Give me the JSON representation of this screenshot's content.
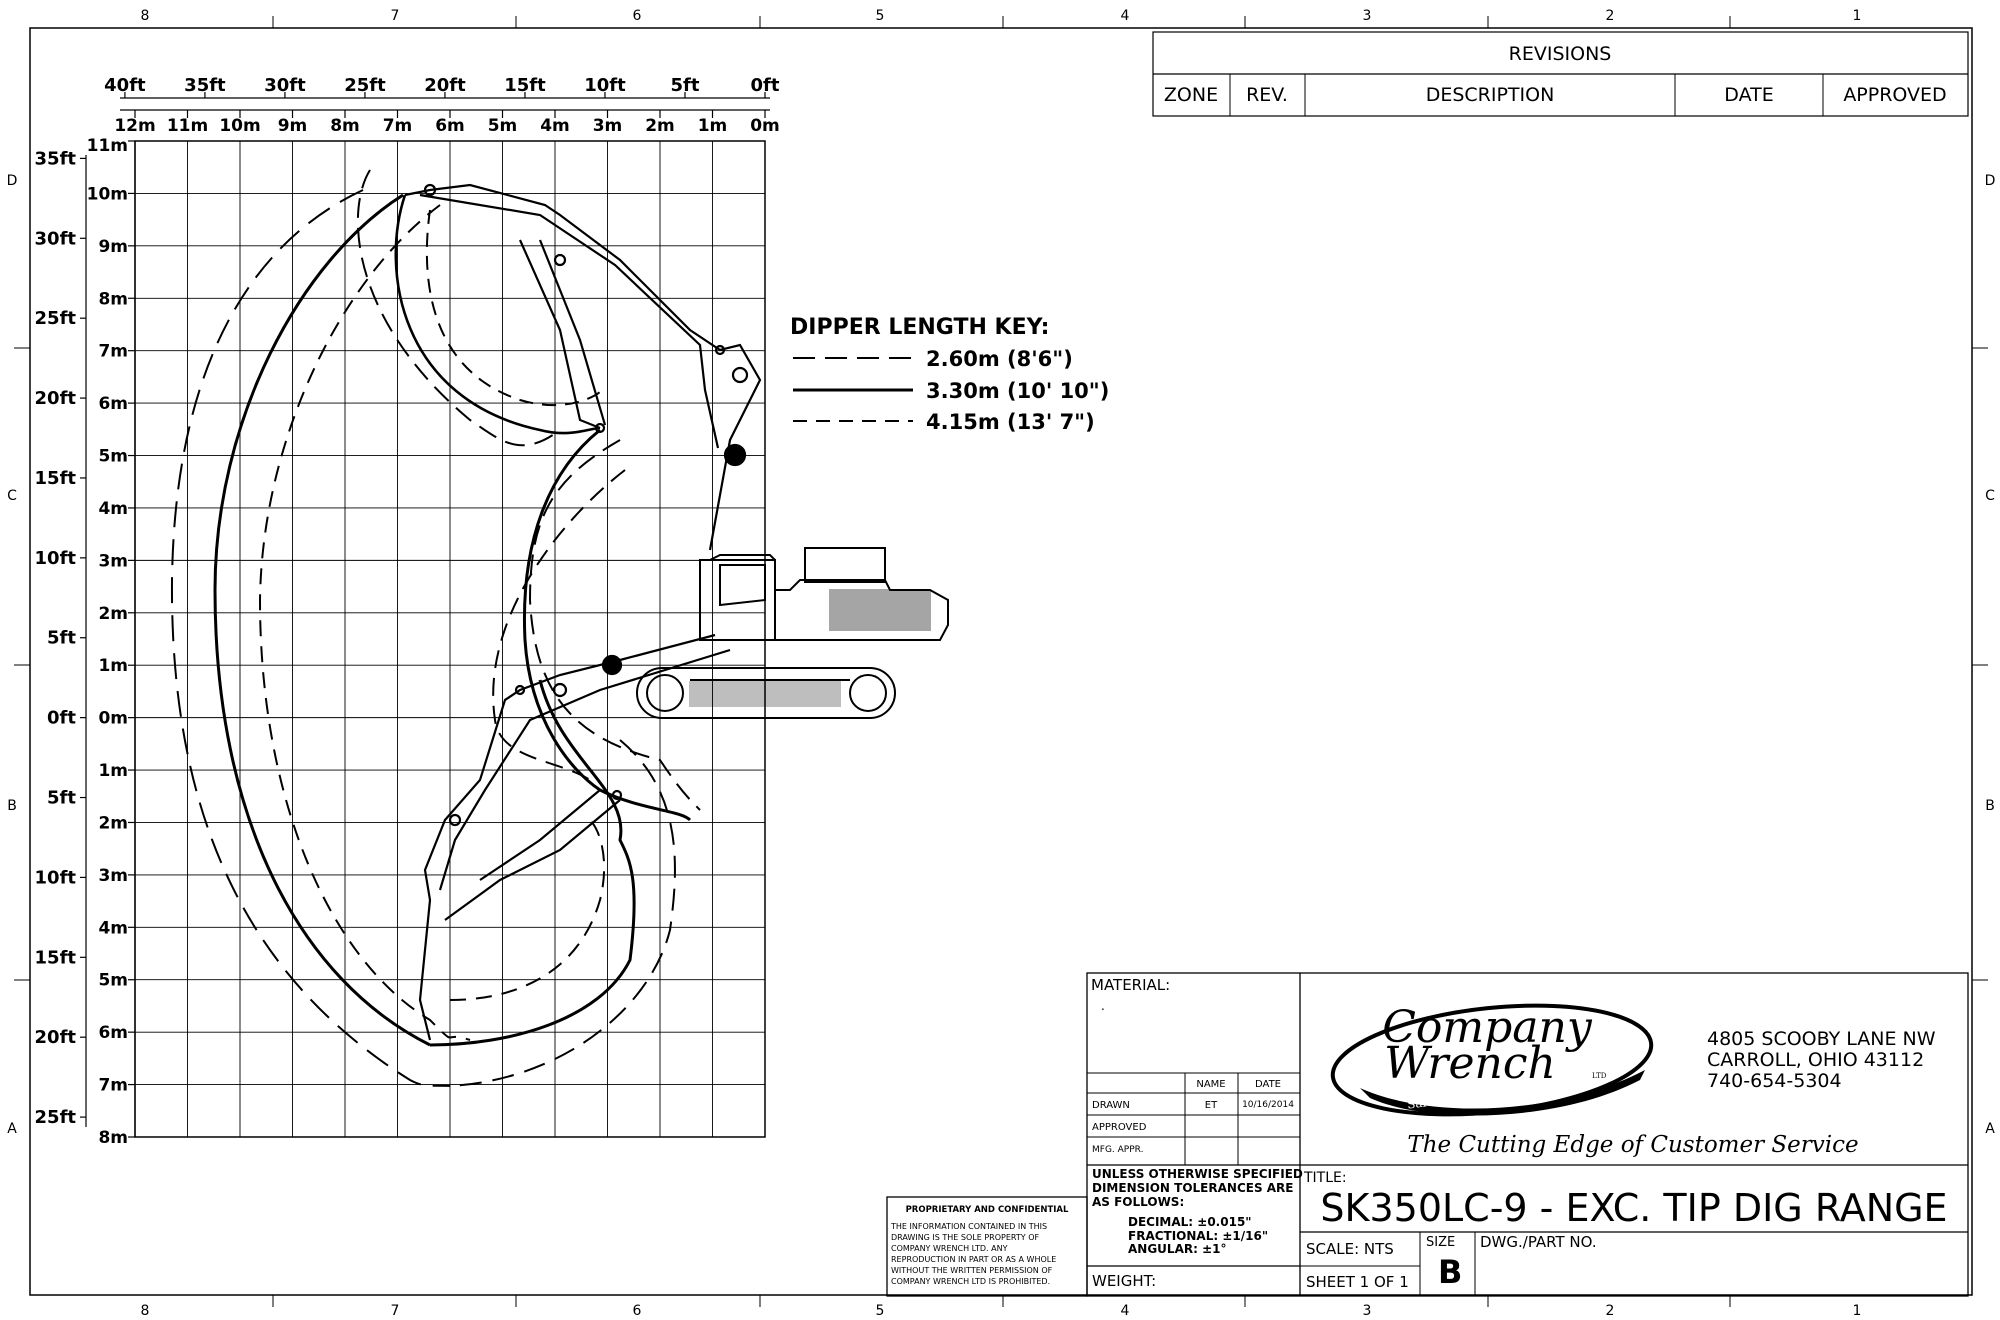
{
  "border_zones": {
    "columns": [
      "8",
      "7",
      "6",
      "5",
      "4",
      "3",
      "2",
      "1"
    ],
    "rows": [
      "D",
      "C",
      "B",
      "A"
    ]
  },
  "revisions": {
    "title": "REVISIONS",
    "headers": [
      "ZONE",
      "REV.",
      "DESCRIPTION",
      "DATE",
      "APPROVED"
    ]
  },
  "chart": {
    "top_ft_labels": [
      "40ft",
      "35ft",
      "30ft",
      "25ft",
      "20ft",
      "15ft",
      "10ft",
      "5ft",
      "0ft"
    ],
    "top_m_labels": [
      "12m",
      "11m",
      "10m",
      "9m",
      "8m",
      "7m",
      "6m",
      "5m",
      "4m",
      "3m",
      "2m",
      "1m",
      "0m"
    ],
    "left_ft_labels": [
      "35ft",
      "30ft",
      "25ft",
      "20ft",
      "15ft",
      "10ft",
      "5ft",
      "0ft",
      "5ft",
      "10ft",
      "15ft",
      "20ft",
      "25ft"
    ],
    "left_m_labels": [
      "11m",
      "10m",
      "9m",
      "8m",
      "7m",
      "6m",
      "5m",
      "4m",
      "3m",
      "2m",
      "1m",
      "0m",
      "1m",
      "2m",
      "3m",
      "4m",
      "5m",
      "6m",
      "7m",
      "8m"
    ]
  },
  "key": {
    "title": "DIPPER LENGTH KEY:",
    "items": [
      "2.60m (8'6\")",
      "3.30m (10' 10\")",
      "4.15m (13' 7\")"
    ]
  },
  "title_block": {
    "material_label": "MATERIAL:",
    "material_value": ".",
    "col_name": "NAME",
    "col_date": "DATE",
    "drawn_label": "DRAWN",
    "drawn_name": "ET",
    "drawn_date": "10/16/2014",
    "approved_label": "APPROVED",
    "mfg_label": "MFG. APPR.",
    "tolerance_lines": [
      "UNLESS OTHERWISE SPECIFIED",
      "DIMENSION TOLERANCES ARE",
      "AS FOLLOWS:"
    ],
    "decimal": "DECIMAL:  ±0.015\"",
    "fractional": "FRACTIONAL:  ±1/16\"",
    "angular": "ANGULAR:  ±1°",
    "weight_label": "WEIGHT:",
    "logo_line1": "Company",
    "logo_line2": "Wrench",
    "logo_ltd": "LTD",
    "logo_tagline": "Sales - Parts - Service - Rentals",
    "address_lines": [
      "4805 SCOOBY LANE NW",
      "CARROLL, OHIO  43112",
      "740-654-5304"
    ],
    "slogan": "The Cutting Edge of Customer Service",
    "title_label": "TITLE:",
    "title_value": "SK350LC-9 - EXC. TIP DIG RANGE",
    "scale": "SCALE: NTS",
    "size_label": "SIZE",
    "size_value": "B",
    "dwg_label": "DWG./PART NO.",
    "sheet": "SHEET 1 OF 1"
  },
  "proprietary": {
    "title": "PROPRIETARY AND CONFIDENTIAL",
    "lines": [
      "THE INFORMATION CONTAINED IN THIS",
      "DRAWING IS THE SOLE PROPERTY OF",
      "COMPANY WRENCH LTD.  ANY",
      "REPRODUCTION IN PART OR AS A WHOLE",
      "WITHOUT THE WRITTEN PERMISSION OF",
      "COMPANY WRENCH LTD IS PROHIBITED."
    ]
  }
}
